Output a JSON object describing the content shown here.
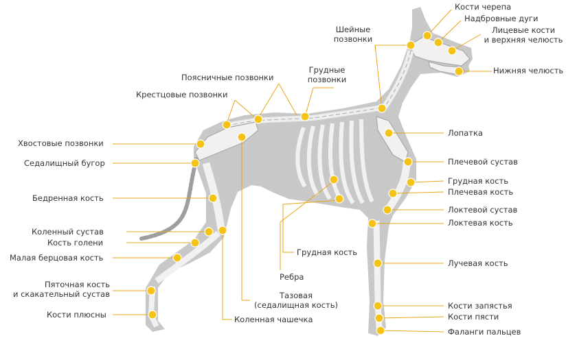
{
  "colors": {
    "silhouette": "#c8c8c8",
    "bone": "#f1f1f1",
    "bone_stroke": "#a9a9a9",
    "leader": "#e8a419",
    "marker": "#f5c318",
    "text": "#333333"
  },
  "labels": {
    "skull": "Кости черепа",
    "brow_ridges": "Надбровные дуги",
    "facial_bones_1": "Лицевые кости",
    "facial_bones_2": "и верхняя челюсть",
    "lower_jaw": "Нижняя челюсть",
    "cervical_1": "Шейные",
    "cervical_2": "позвонки",
    "thoracic_1": "Грудные",
    "thoracic_2": "позвонки",
    "lumbar": "Поясничные позвонки",
    "sacral": "Крестцовые позвонки",
    "tail": "Хвостовые позвонки",
    "ischial_tuber": "Седалищный бугор",
    "femur": "Бедренная кость",
    "knee_joint": "Коленный сустав",
    "shin_bone": "Кость голени",
    "fibula": "Малая берцовая кость",
    "heel_1": "Пяточная кость",
    "heel_2": "и скакательный сустав",
    "metatarsals": "Кости плюсны",
    "kneecap": "Коленная чашечка",
    "pelvic_1": "Тазовая",
    "pelvic_2": "(седалищная кость)",
    "ribs": "Ребра",
    "sternum": "Грудная кость",
    "scapula": "Лопатка",
    "shoulder_joint": "Плечевой сустав",
    "breastbone": "Грудная кость",
    "humerus": "Плечевая кость",
    "elbow_joint": "Локтевой сустав",
    "ulna": "Локтевая кость",
    "radius": "Лучевая кость",
    "carpals": "Кости запястья",
    "metacarpals": "Кости пясти",
    "phalanges": "Фаланги пальцев"
  }
}
